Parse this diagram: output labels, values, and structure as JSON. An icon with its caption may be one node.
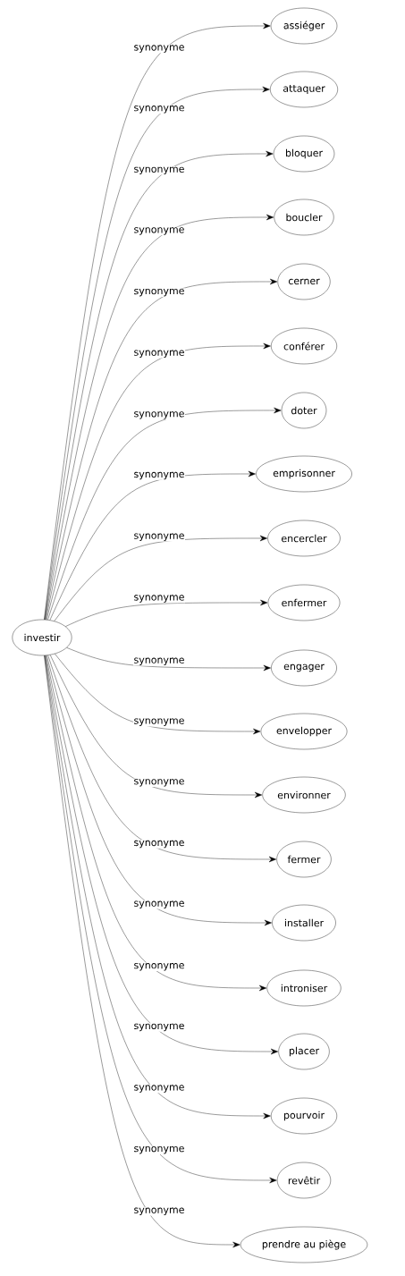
{
  "diagram": {
    "nodes": [
      {
        "text": [
          "investir"
        ]
      },
      {
        "text": [
          "assiéger"
        ]
      },
      {
        "text": [
          "attaquer"
        ]
      },
      {
        "text": [
          "bloquer"
        ]
      },
      {
        "text": [
          "boucler"
        ]
      },
      {
        "text": [
          "cerner"
        ]
      },
      {
        "text": [
          "conférer"
        ]
      },
      {
        "text": [
          "doter"
        ]
      },
      {
        "text": [
          "emprisonner"
        ]
      },
      {
        "text": [
          "encercler"
        ]
      },
      {
        "text": [
          "enfermer"
        ]
      },
      {
        "text": [
          "engager"
        ]
      },
      {
        "text": [
          "envelopper"
        ]
      },
      {
        "text": [
          "environner"
        ]
      },
      {
        "text": [
          "fermer"
        ]
      },
      {
        "text": [
          "installer"
        ]
      },
      {
        "text": [
          "introniser"
        ]
      },
      {
        "text": [
          "placer"
        ]
      },
      {
        "text": [
          "pourvoir"
        ]
      },
      {
        "text": [
          "revêtir"
        ]
      },
      {
        "text": [
          "prendre au piège"
        ]
      }
    ],
    "edges": [
      {
        "from": 0,
        "to": 1,
        "arrow": "to",
        "label": "synonyme"
      },
      {
        "from": 0,
        "to": 2,
        "arrow": "to",
        "label": "synonyme"
      },
      {
        "from": 0,
        "to": 3,
        "arrow": "to",
        "label": "synonyme"
      },
      {
        "from": 0,
        "to": 4,
        "arrow": "to",
        "label": "synonyme"
      },
      {
        "from": 0,
        "to": 5,
        "arrow": "to",
        "label": "synonyme"
      },
      {
        "from": 0,
        "to": 6,
        "arrow": "to",
        "label": "synonyme"
      },
      {
        "from": 0,
        "to": 7,
        "arrow": "to",
        "label": "synonyme"
      },
      {
        "from": 0,
        "to": 8,
        "arrow": "to",
        "label": "synonyme"
      },
      {
        "from": 0,
        "to": 9,
        "arrow": "to",
        "label": "synonyme"
      },
      {
        "from": 0,
        "to": 10,
        "arrow": "to",
        "label": "synonyme"
      },
      {
        "from": 0,
        "to": 11,
        "arrow": "to",
        "label": "synonyme"
      },
      {
        "from": 0,
        "to": 12,
        "arrow": "to",
        "label": "synonyme"
      },
      {
        "from": 0,
        "to": 13,
        "arrow": "to",
        "label": "synonyme"
      },
      {
        "from": 0,
        "to": 14,
        "arrow": "to",
        "label": "synonyme"
      },
      {
        "from": 0,
        "to": 15,
        "arrow": "to",
        "label": "synonyme"
      },
      {
        "from": 0,
        "to": 16,
        "arrow": "to",
        "label": "synonyme"
      },
      {
        "from": 0,
        "to": 17,
        "arrow": "to",
        "label": "synonyme"
      },
      {
        "from": 0,
        "to": 18,
        "arrow": "to",
        "label": "synonyme"
      },
      {
        "from": 0,
        "to": 19,
        "arrow": "to",
        "label": "synonyme"
      },
      {
        "from": 0,
        "to": 20,
        "arrow": "to",
        "label": "synonyme"
      }
    ]
  }
}
